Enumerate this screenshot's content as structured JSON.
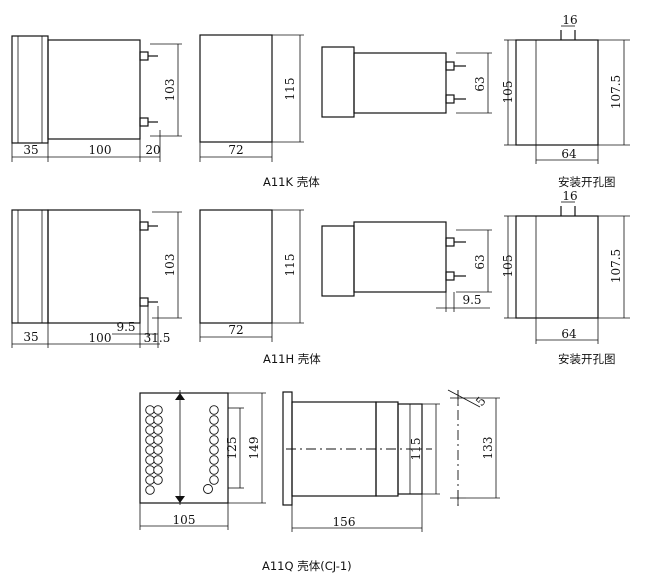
{
  "row1": {
    "caption": "A11K 壳体",
    "side_dims": {
      "width_a": "35",
      "width_b": "100",
      "width_c": "20",
      "height": "103"
    },
    "front_dims": {
      "width": "72",
      "height": "115"
    },
    "term_dims": {
      "height": "63",
      "overall": "105"
    },
    "cutout": {
      "caption": "安装开孔图",
      "top": "16",
      "height": "107.5",
      "width": "64"
    }
  },
  "row2": {
    "caption": "A11H 壳体",
    "side_dims": {
      "width_a": "35",
      "width_b": "100",
      "width_c": "31.5",
      "inner": "9.5",
      "height": "103"
    },
    "front_dims": {
      "width": "72",
      "height": "115"
    },
    "term_dims": {
      "height": "63",
      "offset": "9.5",
      "overall": "105"
    },
    "cutout": {
      "caption": "安装开孔图",
      "top": "16",
      "height": "107.5",
      "width": "64"
    }
  },
  "row3": {
    "caption": "A11Q 壳体(CJ-1)",
    "face_dims": {
      "width": "105",
      "inner_height": "125",
      "height": "149"
    },
    "side_dims": {
      "length": "156",
      "height": "115"
    },
    "cutout_dims": {
      "height": "133",
      "hole": "5"
    }
  }
}
